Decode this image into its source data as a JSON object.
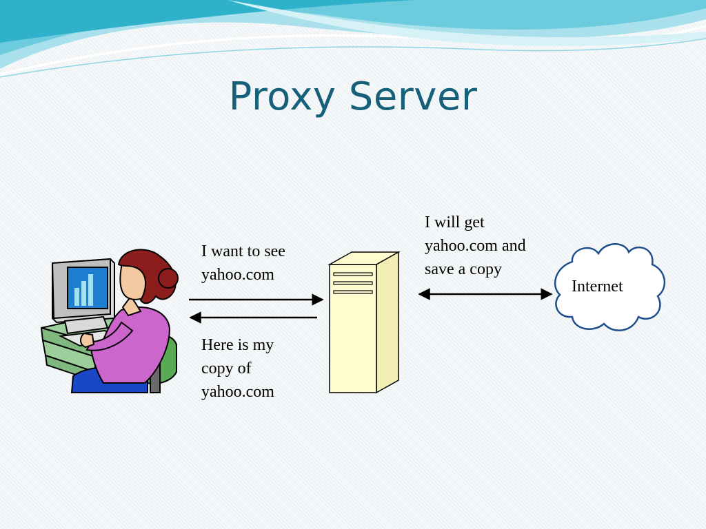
{
  "slide": {
    "title": "Proxy Server"
  },
  "diagram": {
    "request_label": "I want to see\nyahoo.com",
    "response_label": "Here is my\ncopy of\nyahoo.com",
    "fetch_label": "I will get\nyahoo.com and\nsave a copy",
    "internet_label": "Internet"
  },
  "colors": {
    "title": "#17607a",
    "server_fill": "#fffdd0",
    "cloud_stroke": "#1f4e8c",
    "wave_light": "#bfe9f1",
    "wave_dark": "#5cc4d8"
  },
  "icons": [
    "user-at-computer-icon",
    "server-icon",
    "cloud-icon"
  ]
}
